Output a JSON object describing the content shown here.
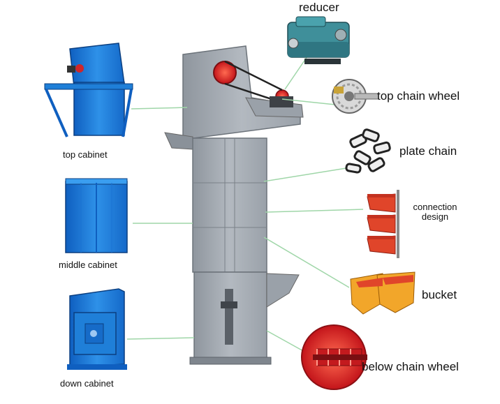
{
  "labels": {
    "reducer": "reducer",
    "top_chain_wheel": "top chain wheel",
    "plate_chain": "plate chain",
    "connection_design_line1": "connection",
    "connection_design_line2": "design",
    "bucket": "bucket",
    "below_chain_wheel": "below chain wheel",
    "top_cabinet": "top cabinet",
    "middle_cabinet": "middle cabinet",
    "down_cabinet": "down cabinet"
  },
  "colors": {
    "elevator_gray": "#a4aab2",
    "cabinet_blue": "#1f7fd8",
    "reducer_teal": "#3f8f9a",
    "wheel_red": "#d8262a",
    "bucket_red": "#e0452a",
    "bucket_orange": "#f2a62a",
    "leader_green": "#9fd6a8"
  }
}
